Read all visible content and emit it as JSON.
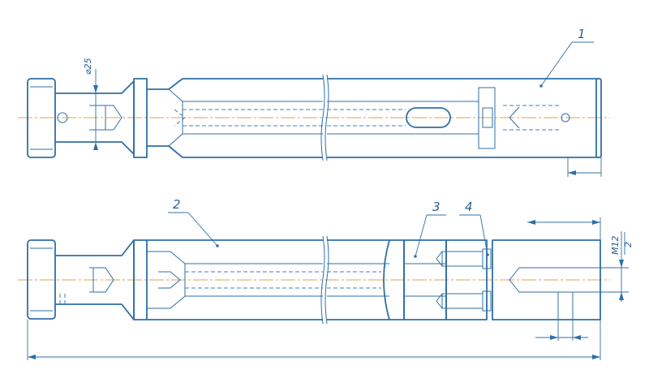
{
  "labels": {
    "part_1": "1",
    "part_2": "2",
    "part_3": "3",
    "part_4": "4",
    "diameter": "⌀25",
    "thread": "M12",
    "two": "2"
  },
  "colors": {
    "outline": "#2f6fa6",
    "centerline": "#e0a050",
    "background": "#ffffff"
  }
}
